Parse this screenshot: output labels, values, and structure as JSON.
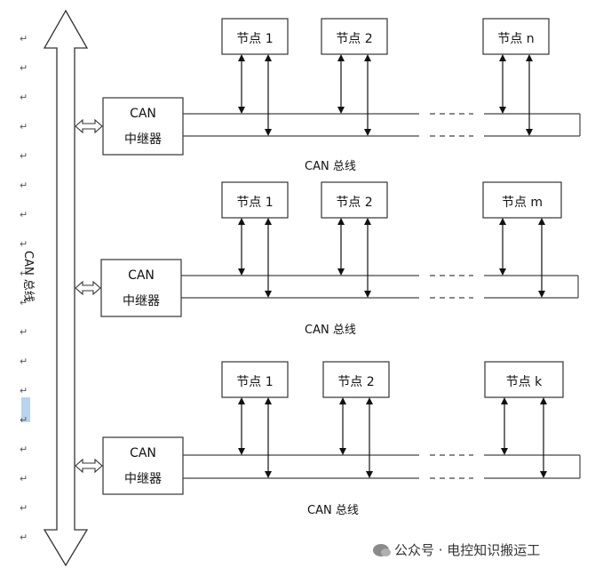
{
  "vertical_bus_label": "CAN 总线",
  "return_mark": "↵",
  "groups": [
    {
      "repeater_label_1": "CAN",
      "repeater_label_2": "中继器",
      "bus_label": "CAN 总线",
      "nodes": [
        "节点 1",
        "节点 2",
        "节点 n"
      ]
    },
    {
      "repeater_label_1": "CAN",
      "repeater_label_2": "中继器",
      "bus_label": "CAN 总线",
      "nodes": [
        "节点 1",
        "节点 2",
        "节点 m"
      ]
    },
    {
      "repeater_label_1": "CAN",
      "repeater_label_2": "中继器",
      "bus_label": "CAN 总线",
      "nodes": [
        "节点 1",
        "节点 2",
        "节点 k"
      ]
    }
  ],
  "watermark": "公众号 · 电控知识搬运工"
}
